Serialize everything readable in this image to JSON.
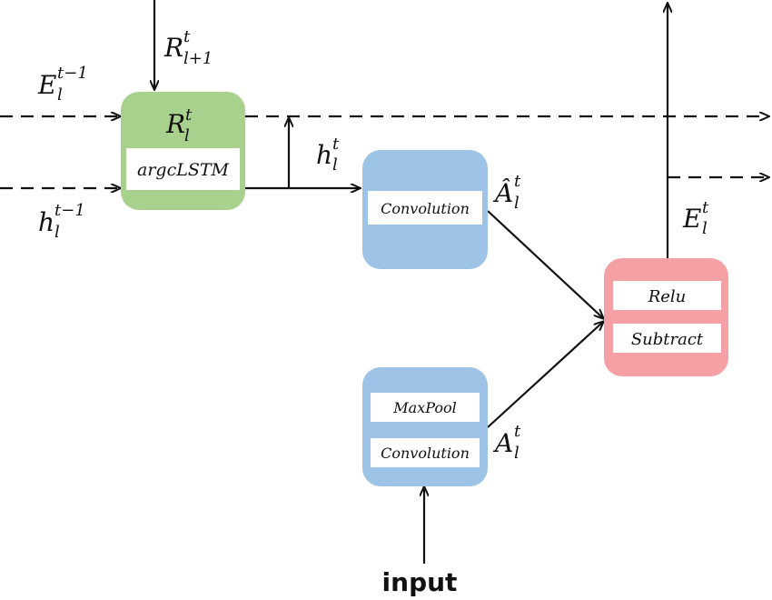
{
  "colors": {
    "lstm": "#a9d18e",
    "conv": "#9dc3e6",
    "error": "#f4a0a4",
    "line": "#111111"
  },
  "nodes": {
    "lstm": {
      "top_label_main": "R",
      "top_label_sup": "t",
      "top_label_sub": "l",
      "inner": "argcLSTM"
    },
    "conv_predict": {
      "inner": "Convolution"
    },
    "conv_input": {
      "inner_top": "MaxPool",
      "inner_bottom": "Convolution"
    },
    "error": {
      "inner_top": "Relu",
      "inner_bottom": "Subtract"
    }
  },
  "labels": {
    "r_above": {
      "main": "R",
      "sup": "t",
      "sub": "l+1"
    },
    "e_prev": {
      "main": "E",
      "sup": "t−1",
      "sub": "l"
    },
    "h_prev": {
      "main": "h",
      "sup": "t−1",
      "sub": "l"
    },
    "h_out": {
      "main": "h",
      "sup": "t",
      "sub": "l"
    },
    "a_hat": {
      "main": "Â",
      "sup": "t",
      "sub": "l"
    },
    "a": {
      "main": "A",
      "sup": "t",
      "sub": "l"
    },
    "e_out": {
      "main": "E",
      "sup": "t",
      "sub": "l"
    },
    "input": "input"
  }
}
